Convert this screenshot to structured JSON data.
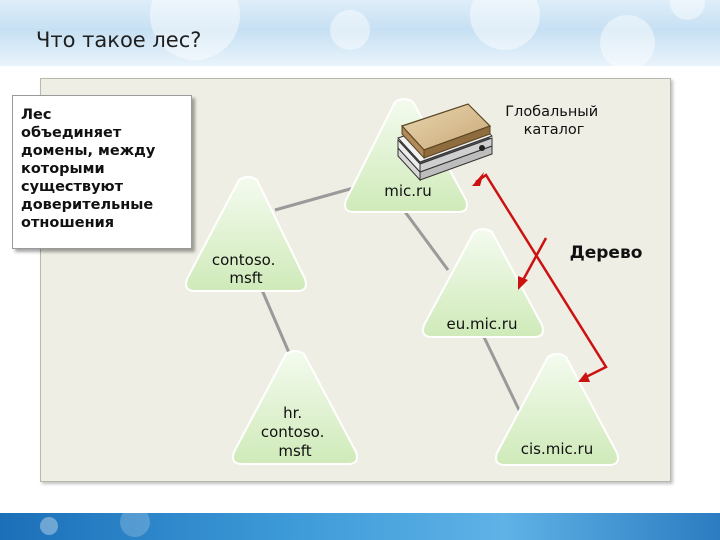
{
  "slide": {
    "title": "Что такое лес?"
  },
  "note": {
    "text": "Лес\nобъединяет\nдомены, между\nкоторыми\nсуществуют\nдоверительные\nотношения"
  },
  "callouts": {
    "global_catalog": [
      "Глобальный",
      "каталог"
    ],
    "tree": "Дерево"
  },
  "domains": {
    "mic_ru": [
      "mic.ru"
    ],
    "contoso_msft": [
      "contoso.",
      "msft"
    ],
    "eu_mic_ru": [
      "eu.mic.ru"
    ],
    "hr_contoso_msft": [
      "hr.",
      "contoso.",
      "msft"
    ],
    "cis_mic_ru": [
      "cis.mic.ru"
    ]
  },
  "colors": {
    "triangle_fill": "#d6f0c2",
    "connector": "#9a9a9a",
    "tree_bracket": "#cc1111",
    "panel": "#efeee4"
  },
  "icons": {
    "global_catalog": "book-stack-icon"
  }
}
